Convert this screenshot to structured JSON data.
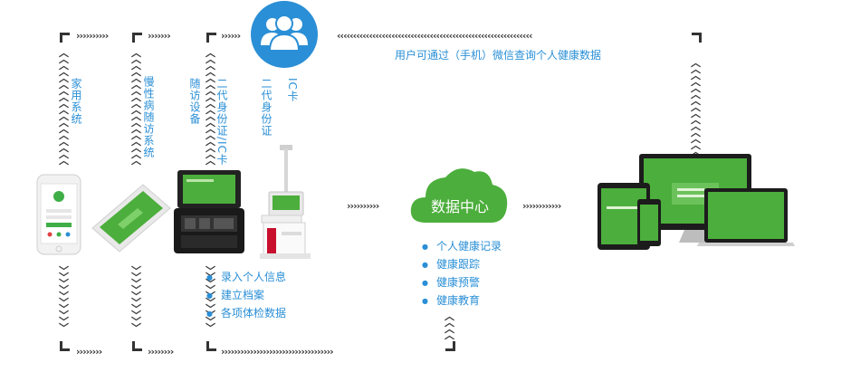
{
  "labels": {
    "home_system": "家用系统",
    "chronic_system": "慢性病随访系统",
    "followup_device": "随访设备",
    "id_card_ic_a": "二代身份证/IC卡",
    "id_card": "二代身份证",
    "ic_card": "IC卡",
    "query_note": "用户可通过（手机）微信查询个人健康数据",
    "data_center": "数据中心"
  },
  "device_features": [
    "录入个人信息",
    "建立档案",
    "各项体检数据"
  ],
  "center_features": [
    "个人健康记录",
    "健康跟踪",
    "健康预警",
    "健康教育"
  ],
  "colors": {
    "accent_blue": "#2a8fd6",
    "brand_green": "#4cae3c",
    "arrow_dark": "#3a3a3a"
  },
  "icons": {
    "users": "users-group-icon",
    "cloud": "cloud-icon"
  }
}
